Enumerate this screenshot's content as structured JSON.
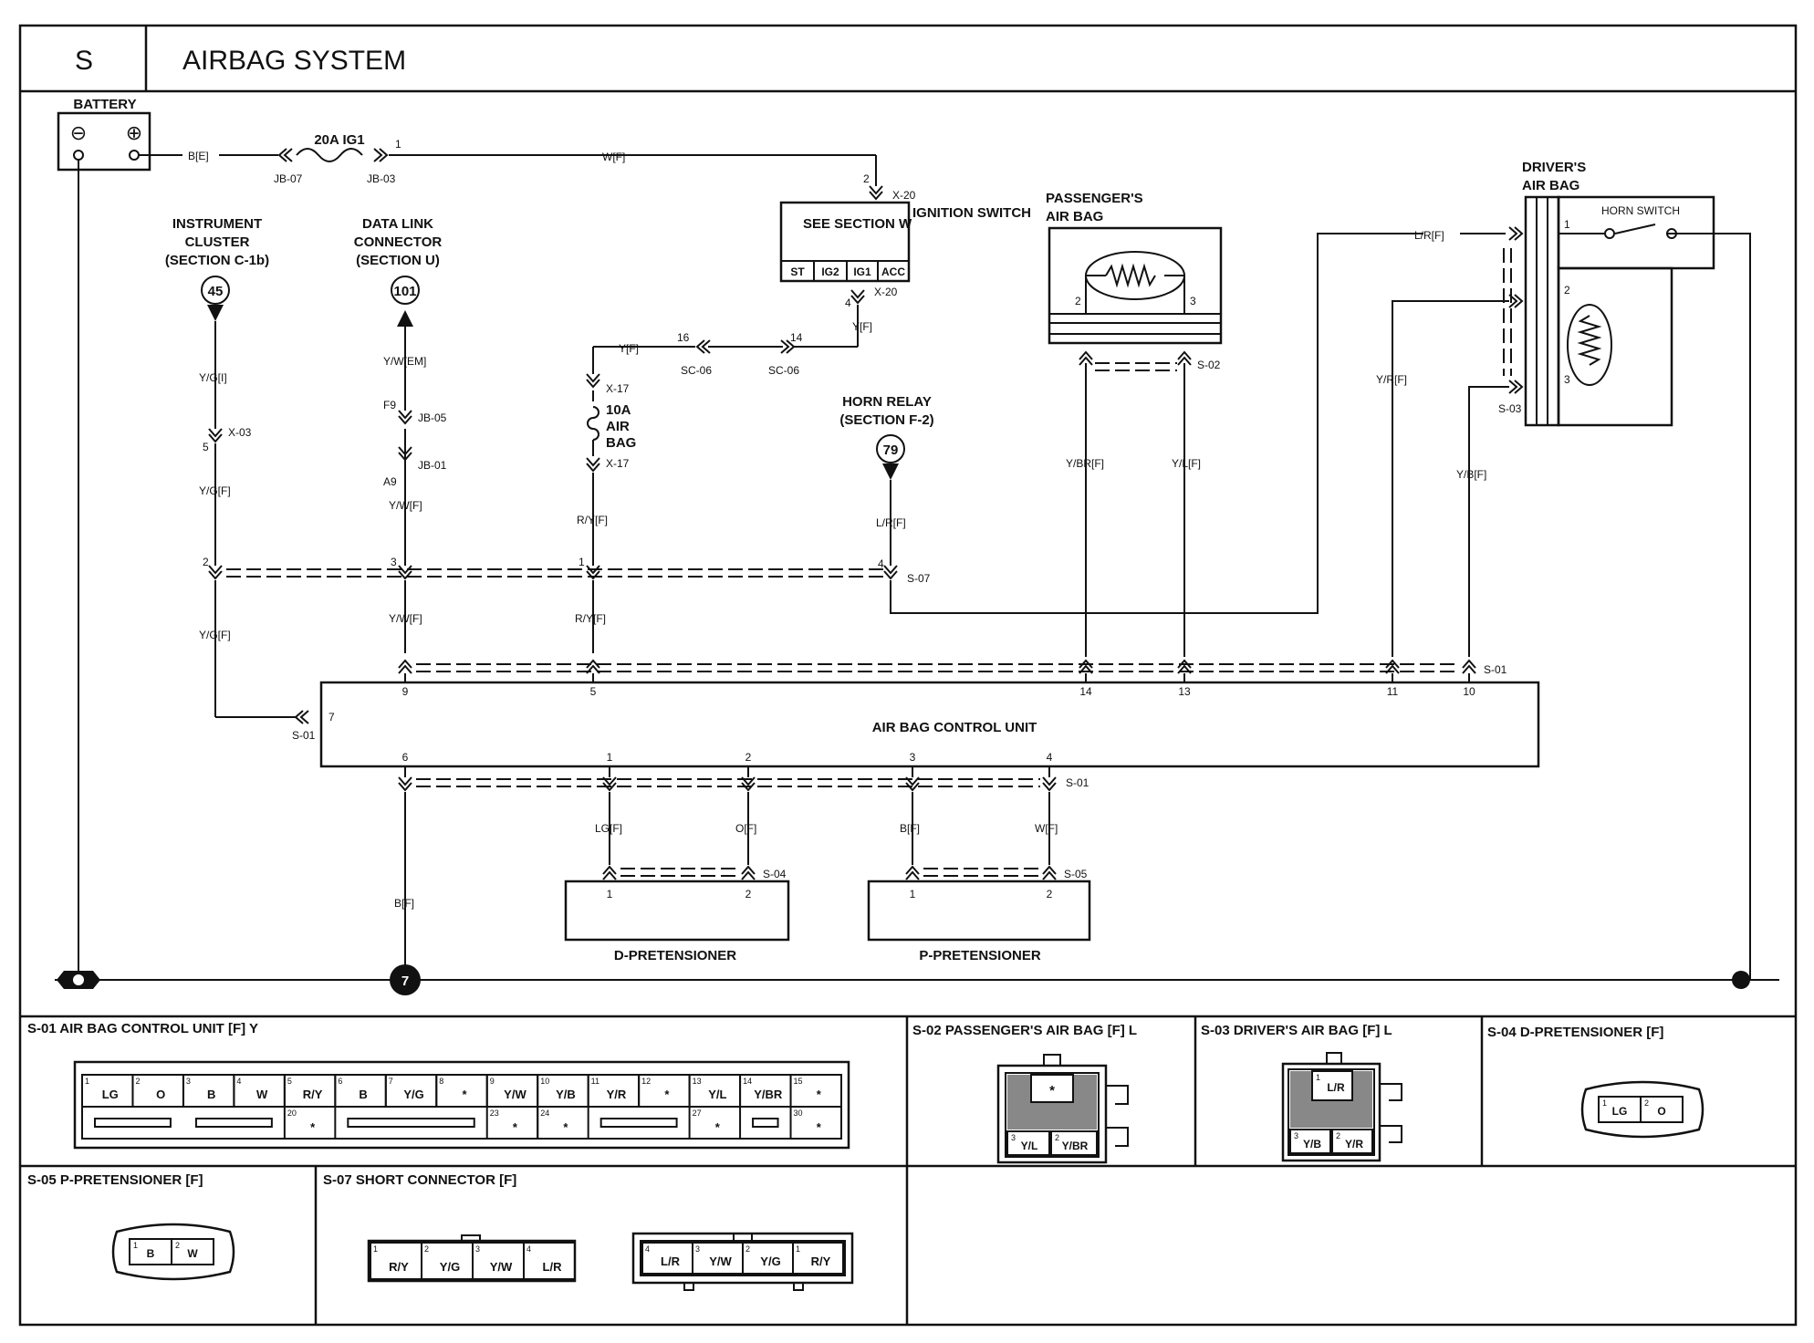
{
  "header": {
    "section": "S",
    "title": "AIRBAG SYSTEM"
  },
  "battery": {
    "label": "BATTERY",
    "neg": "⊖",
    "pos": "⊕"
  },
  "fuse_ig1": {
    "label": "20A IG1",
    "pin": "1",
    "jb_left": "JB-07",
    "jb_right": "JB-03"
  },
  "wires": {
    "be": "B[E]",
    "wf": "W[F]",
    "ygi": "Y/G[I]",
    "ygf": "Y/G[F]",
    "ywem": "Y/W[EM]",
    "ywf": "Y/W[F]",
    "yf": "Y[F]",
    "ryf": "R/Y[F]",
    "lrf": "L/R[F]",
    "ybrf": "Y/BR[F]",
    "ylf": "Y/L[F]",
    "yrf": "Y/R[F]",
    "ybf": "Y/B[F]",
    "lgf": "LG[F]",
    "of": "O[F]",
    "bf": "B[F]",
    "wf2": "W[F]"
  },
  "ignition": {
    "label": "IGNITION SWITCH",
    "see": "SEE SECTION W",
    "pins": [
      "ST",
      "IG2",
      "IG1",
      "ACC"
    ],
    "x20": "X-20",
    "pin_top": "2",
    "pin_bottom": "4"
  },
  "instrument": {
    "label1": "INSTRUMENT",
    "label2": "CLUSTER",
    "label3": "(SECTION C-1b)",
    "num": "45",
    "x03": "X-03",
    "pin": "5"
  },
  "datalink": {
    "label1": "DATA LINK",
    "label2": "CONNECTOR",
    "label3": "(SECTION U)",
    "num": "101",
    "f9": "F9",
    "jb05": "JB-05",
    "a9": "A9",
    "jb01": "JB-01"
  },
  "airbag_fuse": {
    "l1": "10A",
    "l2": "AIR",
    "l3": "BAG",
    "x17": "X-17",
    "sc06": "SC-06",
    "p16": "16",
    "p14": "14"
  },
  "horn_relay": {
    "label1": "HORN RELAY",
    "label2": "(SECTION F-2)",
    "num": "79"
  },
  "passenger_ab": {
    "label1": "PASSENGER'S",
    "label2": "AIR BAG",
    "p2": "2",
    "p3": "3",
    "conn": "S-02"
  },
  "driver_ab": {
    "label1": "DRIVER'S",
    "label2": "AIR BAG",
    "horn": "HORN SWITCH",
    "p1": "1",
    "p2": "2",
    "p3": "3",
    "conn": "S-03"
  },
  "short_conn": {
    "label": "S-07",
    "pins": [
      "2",
      "3",
      "1",
      "4"
    ]
  },
  "acu": {
    "label": "AIR BAG CONTROL UNIT",
    "conn": "S-01",
    "top_pins": [
      "9",
      "5",
      "14",
      "13",
      "11",
      "10"
    ],
    "left_pin": "7",
    "bottom_pins": [
      "6",
      "1",
      "2",
      "3",
      "4"
    ]
  },
  "d_pret": {
    "label": "D-PRETENSIONER",
    "conn": "S-04",
    "p1": "1",
    "p2": "2"
  },
  "p_pret": {
    "label": "P-PRETENSIONER",
    "conn": "S-05",
    "p1": "1",
    "p2": "2"
  },
  "ground": {
    "num": "7"
  },
  "panels": {
    "s01": "S-01 AIR BAG CONTROL UNIT [F] Y",
    "s02": "S-02 PASSENGER'S AIR BAG [F] L",
    "s03": "S-03 DRIVER'S AIR BAG [F] L",
    "s04": "S-04 D-PRETENSIONER [F]",
    "s05": "S-05 P-PRETENSIONER [F]",
    "s07": "S-07 SHORT CONNECTOR [F]"
  },
  "s01_top": [
    {
      "n": "1",
      "v": "LG"
    },
    {
      "n": "2",
      "v": "O"
    },
    {
      "n": "3",
      "v": "B"
    },
    {
      "n": "4",
      "v": "W"
    },
    {
      "n": "5",
      "v": "R/Y"
    },
    {
      "n": "6",
      "v": "B"
    },
    {
      "n": "7",
      "v": "Y/G"
    },
    {
      "n": "8",
      "v": "*"
    },
    {
      "n": "9",
      "v": "Y/W"
    },
    {
      "n": "10",
      "v": "Y/B"
    },
    {
      "n": "11",
      "v": "Y/R"
    },
    {
      "n": "12",
      "v": "*"
    },
    {
      "n": "13",
      "v": "Y/L"
    },
    {
      "n": "14",
      "v": "Y/BR"
    },
    {
      "n": "15",
      "v": "*"
    }
  ],
  "s01_bottom": [
    {
      "n": "20",
      "v": "*"
    },
    {
      "n": "23",
      "v": "*"
    },
    {
      "n": "24",
      "v": "*"
    },
    {
      "n": "27",
      "v": "*"
    },
    {
      "n": "30",
      "v": "*"
    }
  ],
  "s02_pins": [
    {
      "n": "",
      "v": "*"
    },
    {
      "n": "3",
      "v": "Y/L"
    },
    {
      "n": "2",
      "v": "Y/BR"
    }
  ],
  "s03_pins": [
    {
      "n": "1",
      "v": "L/R"
    },
    {
      "n": "3",
      "v": "Y/B"
    },
    {
      "n": "2",
      "v": "Y/R"
    }
  ],
  "s04_pins": [
    {
      "n": "1",
      "v": "LG"
    },
    {
      "n": "2",
      "v": "O"
    }
  ],
  "s05_pins": [
    {
      "n": "1",
      "v": "B"
    },
    {
      "n": "2",
      "v": "W"
    }
  ],
  "s07_left": [
    {
      "n": "1",
      "v": "R/Y"
    },
    {
      "n": "2",
      "v": "Y/G"
    },
    {
      "n": "3",
      "v": "Y/W"
    },
    {
      "n": "4",
      "v": "L/R"
    }
  ],
  "s07_right": [
    {
      "n": "4",
      "v": "L/R"
    },
    {
      "n": "3",
      "v": "Y/W"
    },
    {
      "n": "2",
      "v": "Y/G"
    },
    {
      "n": "1",
      "v": "R/Y"
    }
  ]
}
